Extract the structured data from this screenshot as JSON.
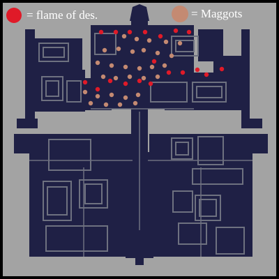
{
  "legend": {
    "flame": {
      "label": "= flame of des.",
      "color": "#e01a28"
    },
    "maggot": {
      "label": "= Maggots",
      "color": "#c48a72"
    }
  },
  "colors": {
    "background": "#000000",
    "ground": "#a3a3a3",
    "dungeon": "#1f2045",
    "wall": "#6e7180"
  },
  "markers": {
    "flame": [
      [
        145,
        46
      ],
      [
        166,
        46
      ],
      [
        186,
        46
      ],
      [
        208,
        46
      ],
      [
        230,
        52
      ],
      [
        252,
        44
      ],
      [
        271,
        46
      ],
      [
        221,
        88
      ],
      [
        242,
        104
      ],
      [
        262,
        104
      ],
      [
        283,
        100
      ],
      [
        296,
        107
      ],
      [
        318,
        99
      ],
      [
        122,
        118
      ],
      [
        140,
        128
      ],
      [
        158,
        116
      ],
      [
        180,
        120
      ],
      [
        200,
        116
      ],
      [
        216,
        120
      ]
    ],
    "maggot": [
      [
        178,
        52
      ],
      [
        196,
        56
      ],
      [
        214,
        58
      ],
      [
        238,
        60
      ],
      [
        258,
        62
      ],
      [
        150,
        72
      ],
      [
        170,
        70
      ],
      [
        190,
        74
      ],
      [
        206,
        72
      ],
      [
        226,
        76
      ],
      [
        246,
        80
      ],
      [
        140,
        90
      ],
      [
        160,
        94
      ],
      [
        180,
        96
      ],
      [
        200,
        98
      ],
      [
        218,
        96
      ],
      [
        236,
        94
      ],
      [
        148,
        110
      ],
      [
        166,
        112
      ],
      [
        186,
        110
      ],
      [
        206,
        112
      ],
      [
        226,
        110
      ],
      [
        122,
        132
      ],
      [
        140,
        138
      ],
      [
        160,
        136
      ],
      [
        180,
        140
      ],
      [
        198,
        136
      ],
      [
        130,
        148
      ],
      [
        152,
        150
      ],
      [
        172,
        150
      ],
      [
        194,
        148
      ]
    ]
  }
}
